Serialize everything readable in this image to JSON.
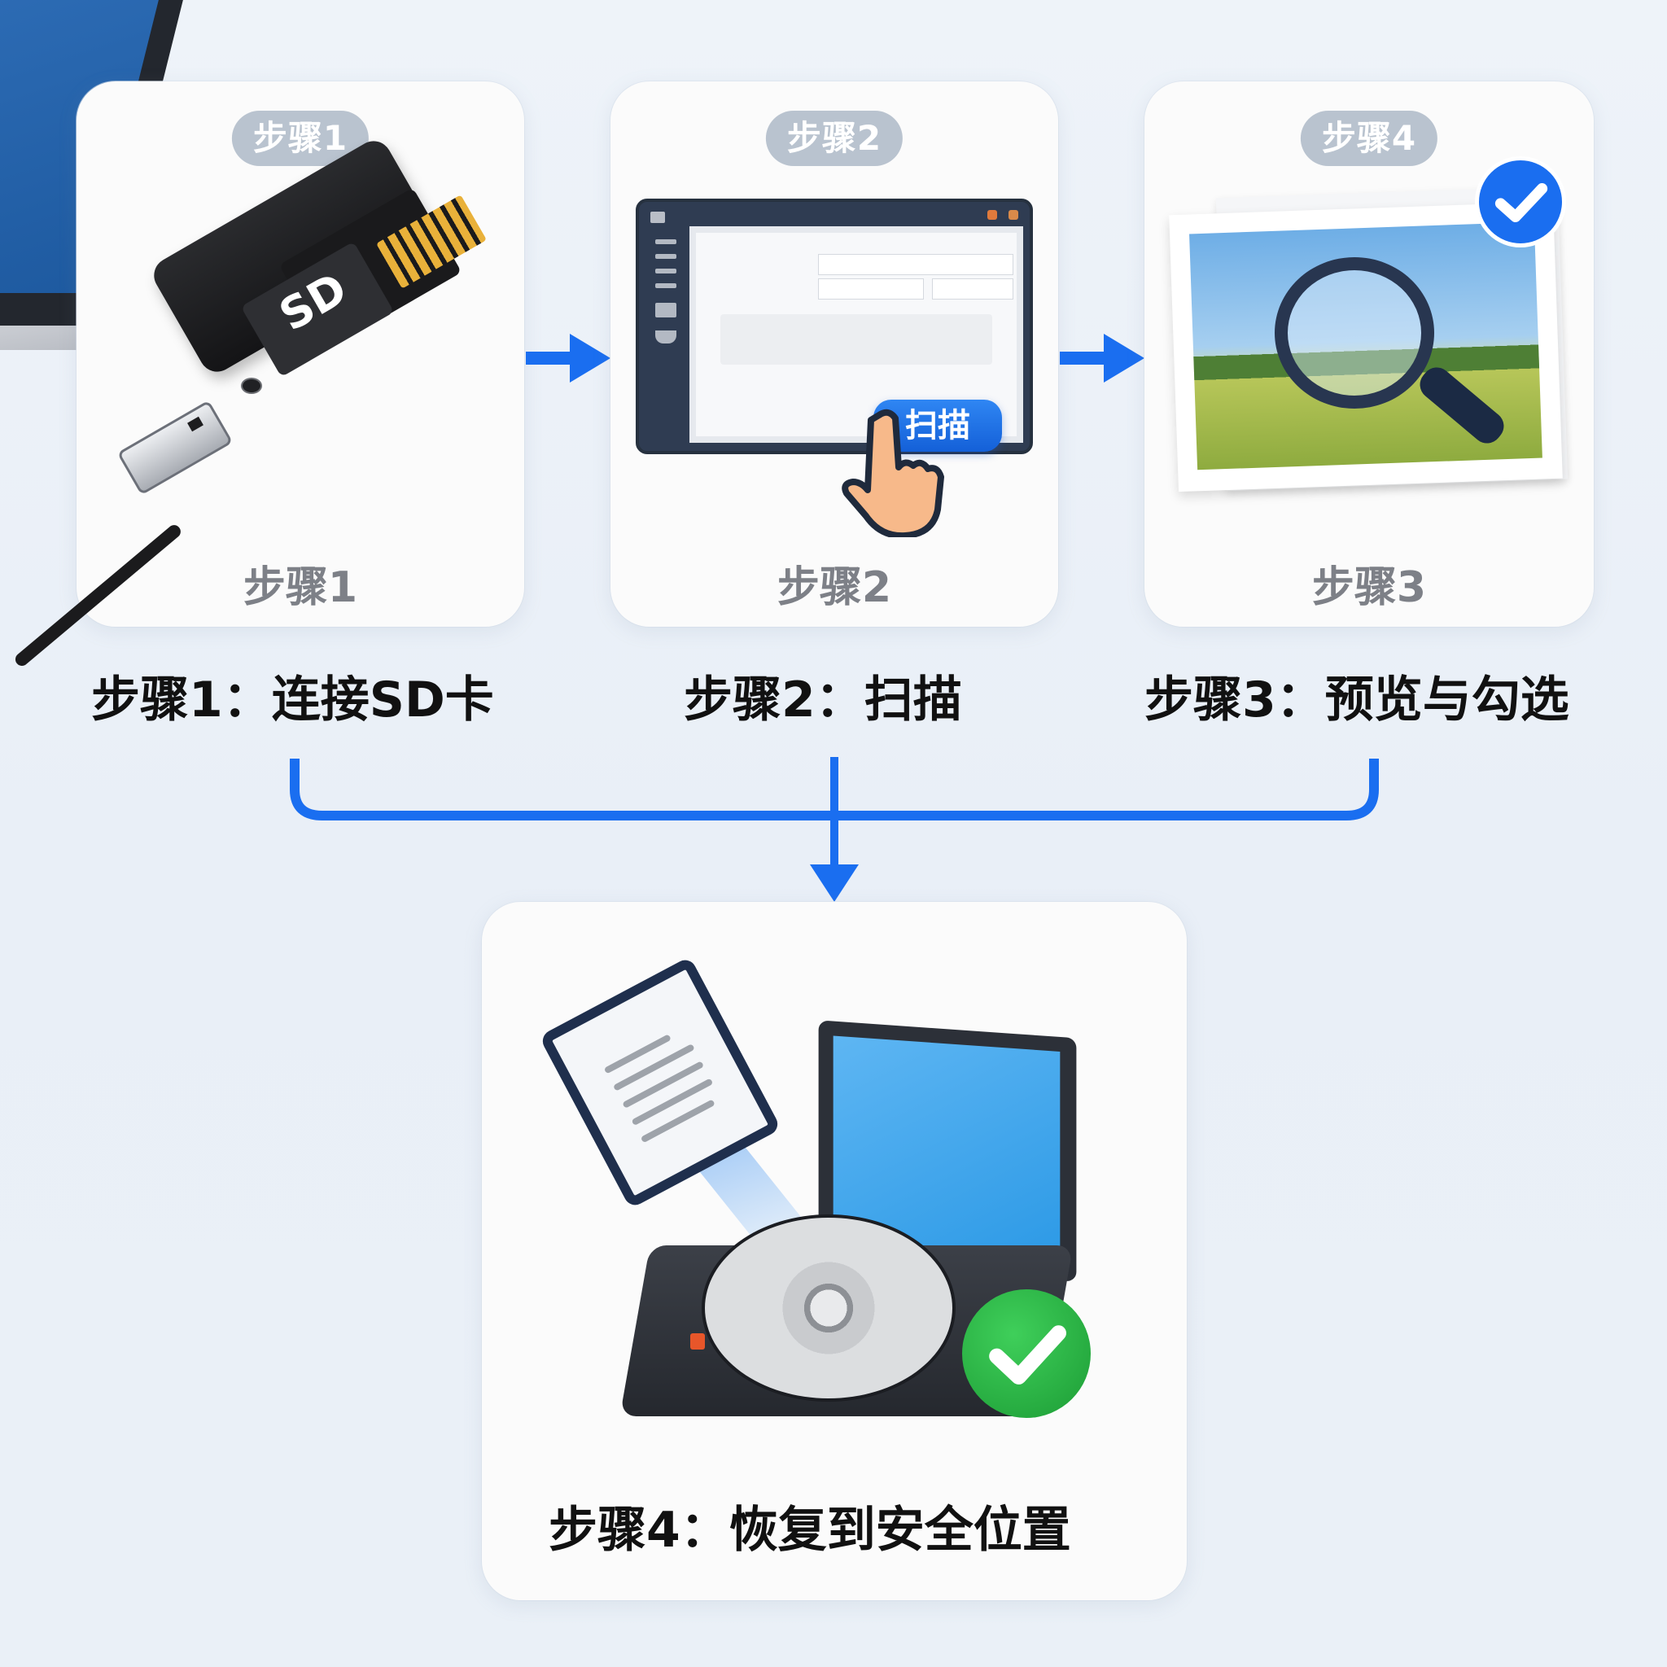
{
  "diagram": {
    "type": "process-flow",
    "topic": "SD card data recovery steps"
  },
  "cards": [
    {
      "id": "step1",
      "badge": "步骤1",
      "caption": "步骤1",
      "title": "步骤1：连接SD卡",
      "illustration": "sd-card-reader-usb-icon",
      "sd_label": "SD"
    },
    {
      "id": "step2",
      "badge": "步骤2",
      "caption": "步骤2",
      "title": "步骤2：扫描",
      "illustration": "app-window-scan-icon",
      "scan_button_label": "扫描"
    },
    {
      "id": "step3",
      "badge": "步骤4",
      "caption": "步骤3",
      "title": "步骤3：预览与勾选",
      "illustration": "photo-magnifier-icon",
      "badge_icon": "blue-check-icon"
    },
    {
      "id": "step4",
      "title": "步骤4：恢复到安全位置",
      "illustration": "document-to-drive-icon",
      "badge_icon": "green-check-icon"
    }
  ],
  "connectors": [
    {
      "from": "step1",
      "to": "step2",
      "type": "arrow-right"
    },
    {
      "from": "step2",
      "to": "step3",
      "type": "arrow-right"
    },
    {
      "from": [
        "step1",
        "step2",
        "step3"
      ],
      "to": "step4",
      "type": "bracket-arrow-down"
    }
  ],
  "colors": {
    "accent_blue": "#1a6ef0",
    "badge_gray": "#b9c3cf",
    "caption_gray": "#7d8087",
    "title_black": "#111111",
    "success_green": "#2bb548",
    "background": "#eaf0f7",
    "card_bg": "#fbfbfb"
  }
}
